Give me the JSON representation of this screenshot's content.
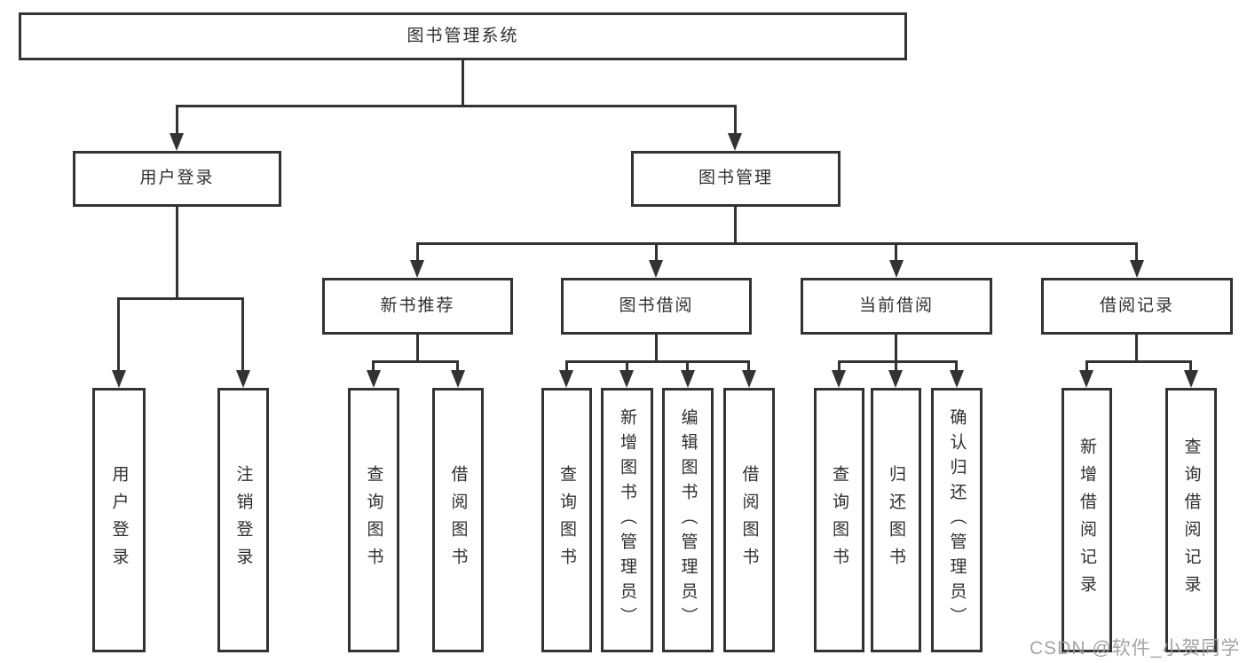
{
  "nodes": {
    "root": "图书管理系统",
    "user_login": "用户登录",
    "book_mgmt": "图书管理",
    "new_book_rec": "新书推荐",
    "book_borrow": "图书借阅",
    "current_borrow": "当前借阅",
    "borrow_record": "借阅记录",
    "leaf_user_login": "用户登录",
    "leaf_logout": "注销登录",
    "leaf_query_book_1": "查询图书",
    "leaf_borrow_book_1": "借阅图书",
    "leaf_query_book_2": "查询图书",
    "leaf_add_book": "新增图书（管理员）",
    "leaf_edit_book": "编辑图书（管理员）",
    "leaf_borrow_book_2": "借阅图书",
    "leaf_query_book_3": "查询图书",
    "leaf_return_book": "归还图书",
    "leaf_confirm_return": "确认归还（管理员）",
    "leaf_add_borrow_record": "新增借阅记录",
    "leaf_query_borrow_record": "查询借阅记录"
  },
  "watermark": "CSDN @软件_小贺同学",
  "colors": {
    "line": "#333333",
    "text": "#2f2f2f",
    "watermark": "#9b9ba3",
    "background": "#ffffff"
  }
}
